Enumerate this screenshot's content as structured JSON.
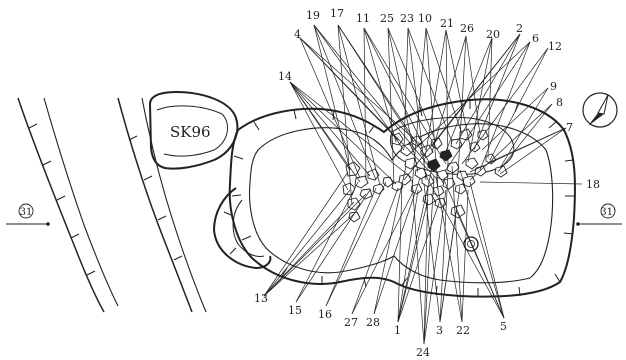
{
  "feature_label": "SK96",
  "section_left": "31",
  "section_right": "31'",
  "top_labels": [
    "19",
    "17",
    "11",
    "25",
    "23",
    "10",
    "21",
    "26",
    "20",
    "2",
    "6",
    "12"
  ],
  "right_labels": [
    "9",
    "8",
    "7",
    "18"
  ],
  "left_labels": [
    "4",
    "14",
    "13"
  ],
  "bottom_labels": [
    "15",
    "16",
    "27",
    "28",
    "1",
    "3",
    "22",
    "5",
    "24"
  ],
  "north_arrow": "north-arrow-icon"
}
